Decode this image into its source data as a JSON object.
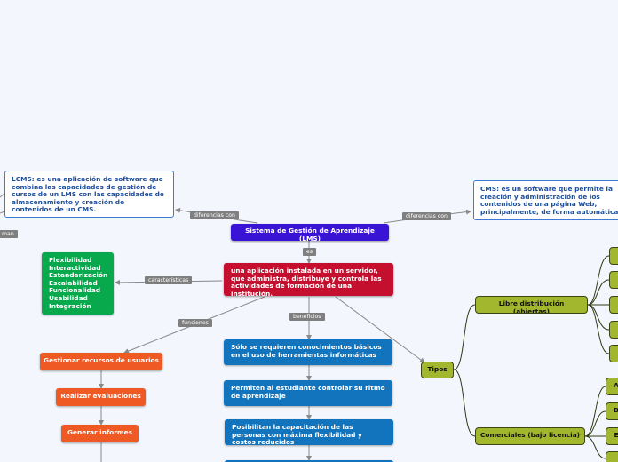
{
  "central": "Sistema de Gestión de Aprendizaje (LMS)",
  "definition": "una aplicación instalada en un servidor, que administra, distribuye y controla las actividades de formación de una institución.",
  "lcms": "LCMS: es una aplicación de software que combina las capacidades de gestión de cursos de un LMS con las capacidades de almacenamiento y creación de contenidos de un CMS.",
  "cms": "CMS: es un software que permite la creación y administración de los contenidos de una página Web, principalmente, de forma automática",
  "partial_label": "man",
  "characteristics": [
    "Flexibilidad",
    "Interactividad",
    "Estandarización",
    "Escalabilidad",
    "Funcionalidad",
    "Usabilidad",
    "Integración"
  ],
  "functions": [
    "Gestionar recursos de usuarios",
    "Realizar evaluaciones",
    "Generar informes"
  ],
  "benefits": [
    "Sólo se requieren conocimientos básicos en el uso de herramientas informáticas",
    "Permiten al estudiante controlar su ritmo de aprendizaje",
    "Posibilitan la capacitación de las personas con máxima flexibilidad y costos reducidos"
  ],
  "types": {
    "label": "Tipos",
    "open": "Libre distribución (abiertas)",
    "commercial": "Comerciales (bajo licencia)",
    "open_children": [
      "",
      "",
      "",
      "",
      ""
    ],
    "commercial_children": [
      "A",
      "B",
      "E",
      ""
    ]
  },
  "relations": {
    "es": "es",
    "diferencias_left": "diferencias con",
    "diferencias_right": "diferencias con",
    "caracteristicas": "características",
    "funciones": "funciones",
    "beneficios": "beneficios"
  },
  "colors": {
    "background": "#f3f6fd",
    "central": "#3a14d6",
    "definition": "#c4102e",
    "characteristics": "#08a84c",
    "functions": "#ef5a24",
    "benefits": "#1274bd",
    "types": "#a2b62e",
    "label": "#7f7f7f",
    "connector": "#8a8a8a"
  }
}
